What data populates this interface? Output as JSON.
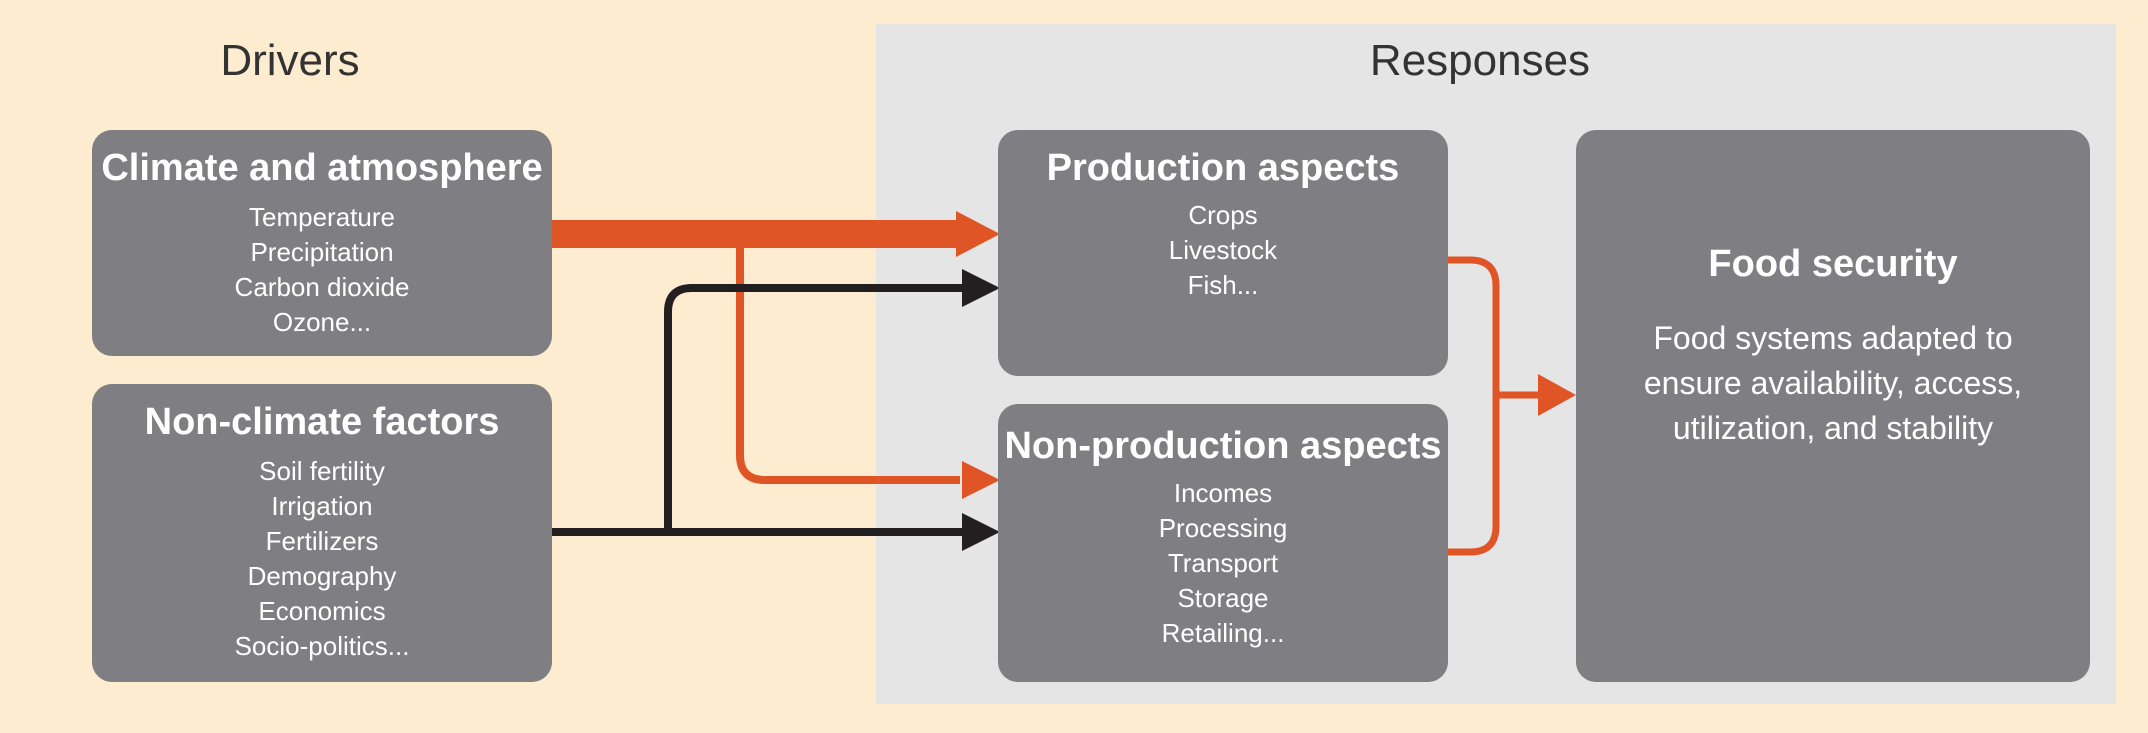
{
  "headings": {
    "drivers": "Drivers",
    "responses": "Responses"
  },
  "climate": {
    "title": "Climate and atmosphere",
    "items": [
      "Temperature",
      "Precipitation",
      "Carbon dioxide",
      "Ozone..."
    ]
  },
  "nonclimate": {
    "title": "Non-climate factors",
    "items": [
      "Soil fertility",
      "Irrigation",
      "Fertilizers",
      "Demography",
      "Economics",
      "Socio-politics..."
    ]
  },
  "production": {
    "title": "Production aspects",
    "items": [
      "Crops",
      "Livestock",
      "Fish..."
    ]
  },
  "nonproduction": {
    "title": "Non-production aspects",
    "items": [
      "Incomes",
      "Processing",
      "Transport",
      "Storage",
      "Retailing..."
    ]
  },
  "food": {
    "title": "Food security",
    "description": [
      "Food systems adapted to",
      "ensure availability, access,",
      "utilization, and stability"
    ]
  },
  "colors": {
    "background": "#fdecd0",
    "panel": "#e5e5e6",
    "box": "#7f7f83",
    "climate_arrow": "#e05526",
    "nonclimate_arrow": "#231f20"
  }
}
